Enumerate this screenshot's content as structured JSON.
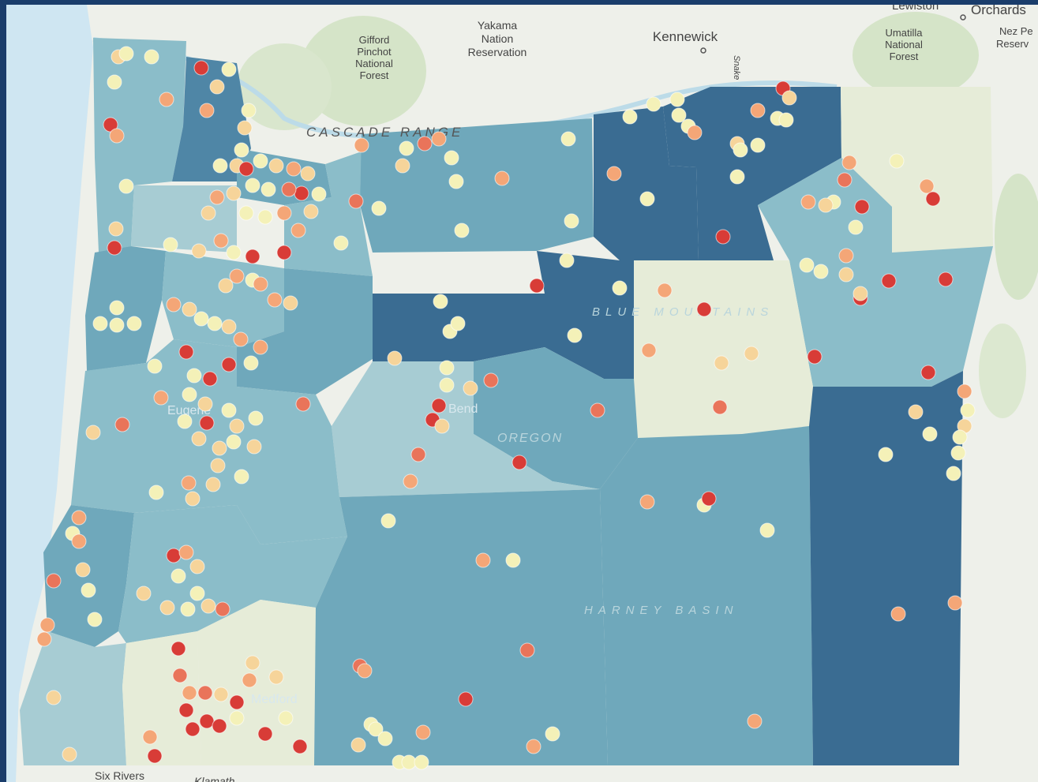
{
  "map": {
    "region": "Oregon",
    "colors": {
      "frame": "#1a3d6b",
      "ocean": "#cfe6f2",
      "land": "#eef0ea",
      "forest": "#d5e4c8",
      "county_palette": [
        "#e6ecd8",
        "#a7ccd3",
        "#8bbdc9",
        "#6fa8bb",
        "#4f86a6",
        "#3a6c92"
      ],
      "point_palette": [
        "#f4f1b8",
        "#f6d49a",
        "#f4a677",
        "#e9745a",
        "#d83c37"
      ]
    },
    "labels": {
      "gifford": "Gifford Pinchot National Forest",
      "gifford_lines": [
        "Gifford",
        "Pinchot",
        "National",
        "Forest"
      ],
      "yakama_lines": [
        "Yakama",
        "Nation",
        "Reservation"
      ],
      "kennewick": "Kennewick",
      "umatilla_lines": [
        "Umatilla",
        "National",
        "Forest"
      ],
      "lewiston": "Lewiston",
      "orchards": "Orchards",
      "nez_perce_lines": [
        "Nez Pe",
        "Reserv"
      ],
      "cascade_range": "CASCADE RANGE",
      "blue_mountains": "BLUE MOUNTAINS",
      "harney_basin": "HARNEY BASIN",
      "oregon": "OREGON",
      "six_rivers": "Six Rivers",
      "klamath": "Klamath",
      "snake": "Snake",
      "medford": "Medford",
      "bend": "Bend",
      "eugene": "Eugene"
    }
  }
}
